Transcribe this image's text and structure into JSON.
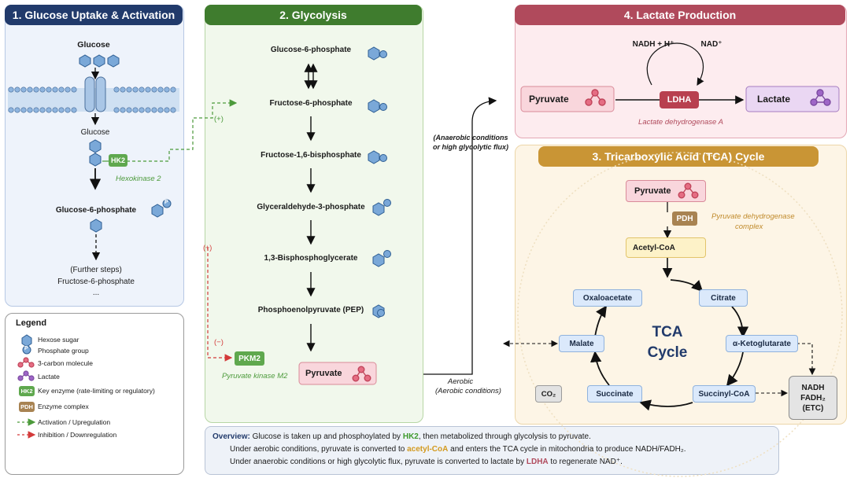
{
  "panels": {
    "p1_title": "1. Glucose Uptake & Activation",
    "p2_title": "2. Glycolysis",
    "p3_title": "3. Tricarboxylic Acid (TCA) Cycle",
    "p4_title": "4. Lactate Production"
  },
  "uptake": {
    "glucose_top": "Glucose",
    "glucose_in": "Glucose",
    "hk2": "HK2",
    "hk2_name": "Hexokinase 2",
    "g6p": "Glucose-6-phosphate",
    "further": "(Further steps)",
    "f6p": "Fructose-6-phosphate",
    "dots": "..."
  },
  "glycolysis": {
    "steps": [
      "Glucose-6-phosphate",
      "Fructose-6-phosphate",
      "Fructose-1,6-bisphosphate",
      "Glyceraldehyde-3-phosphate",
      "1,3-Bisphosphoglycerate",
      "Phosphoenolpyruvate (PEP)"
    ],
    "pyruvate": "Pyruvate",
    "pkm2": "PKM2",
    "pkm2_name": "Pyruvate kinase M2",
    "plus": "(+)",
    "minus": "(−)",
    "red_plus": "(+)",
    "phosphate_letter": "P"
  },
  "branch": {
    "anaerobic": "(Anaerobic conditions",
    "anaerobic2": "or high glycolytic flux)",
    "aerobic": "Aerobic",
    "aerobic2": "(Aerobic conditions)"
  },
  "lactate": {
    "nadh": "NADH + H⁺",
    "nad": "NAD⁺",
    "pyruvate": "Pyruvate",
    "ldha": "LDHA",
    "lactate": "Lactate",
    "ldha_name": "Lactate dehydrogenase A"
  },
  "tca": {
    "pyruvate": "Pyruvate",
    "pdh": "PDH",
    "pdh_name1": "Pyruvate dehydrogenase",
    "pdh_name2": "complex",
    "acetyl": "Acetyl-CoA",
    "oxaloacetate": "Oxaloacetate",
    "citrate": "Citrate",
    "malate": "Malate",
    "aketo": "α-Ketoglutarate",
    "succinate": "Succinate",
    "succinyl": "Succinyl-CoA",
    "center1": "TCA",
    "center2": "Cycle",
    "co2": "CO₂",
    "etc1": "NADH",
    "etc2": "FADH₂",
    "etc3": "(ETC)"
  },
  "legend": {
    "title": "Legend",
    "items": [
      "Hexose sugar",
      "Phosphate group",
      "3-carbon molecule",
      "Lactate",
      "Key enzyme (rate-limiting or regulatory)",
      "Enzyme complex",
      "Activation / Upregulation",
      "Inhibition / Downregulation"
    ],
    "hk2_badge": "HK2",
    "pdh_badge": "PDH",
    "p_badge": "P"
  },
  "overview": {
    "label": "Overview:",
    "l1a": " Glucose is taken up and phosphoylated by ",
    "l1b": "HK2",
    "l1c": ", then metabolized through glycolysis to pyruvate.",
    "l2a": "Under aerobic conditions, pyruvate is converted to ",
    "l2b": "acetyl-CoA",
    "l2c": " and enters the TCA cycle in mitochondria to produce NADH/FADH₂.",
    "l3a": "Under anaerobic conditions or high glycolytic flux, pyruvate is converted to lactate by ",
    "l3b": "LDHA",
    "l3c": " to regenerate NAD⁺."
  },
  "colors": {
    "green": "#3f7c2e",
    "red": "#d33a3a",
    "navy": "#213a6b",
    "gold": "#c99535",
    "hexagon": "#7aa8d8"
  }
}
